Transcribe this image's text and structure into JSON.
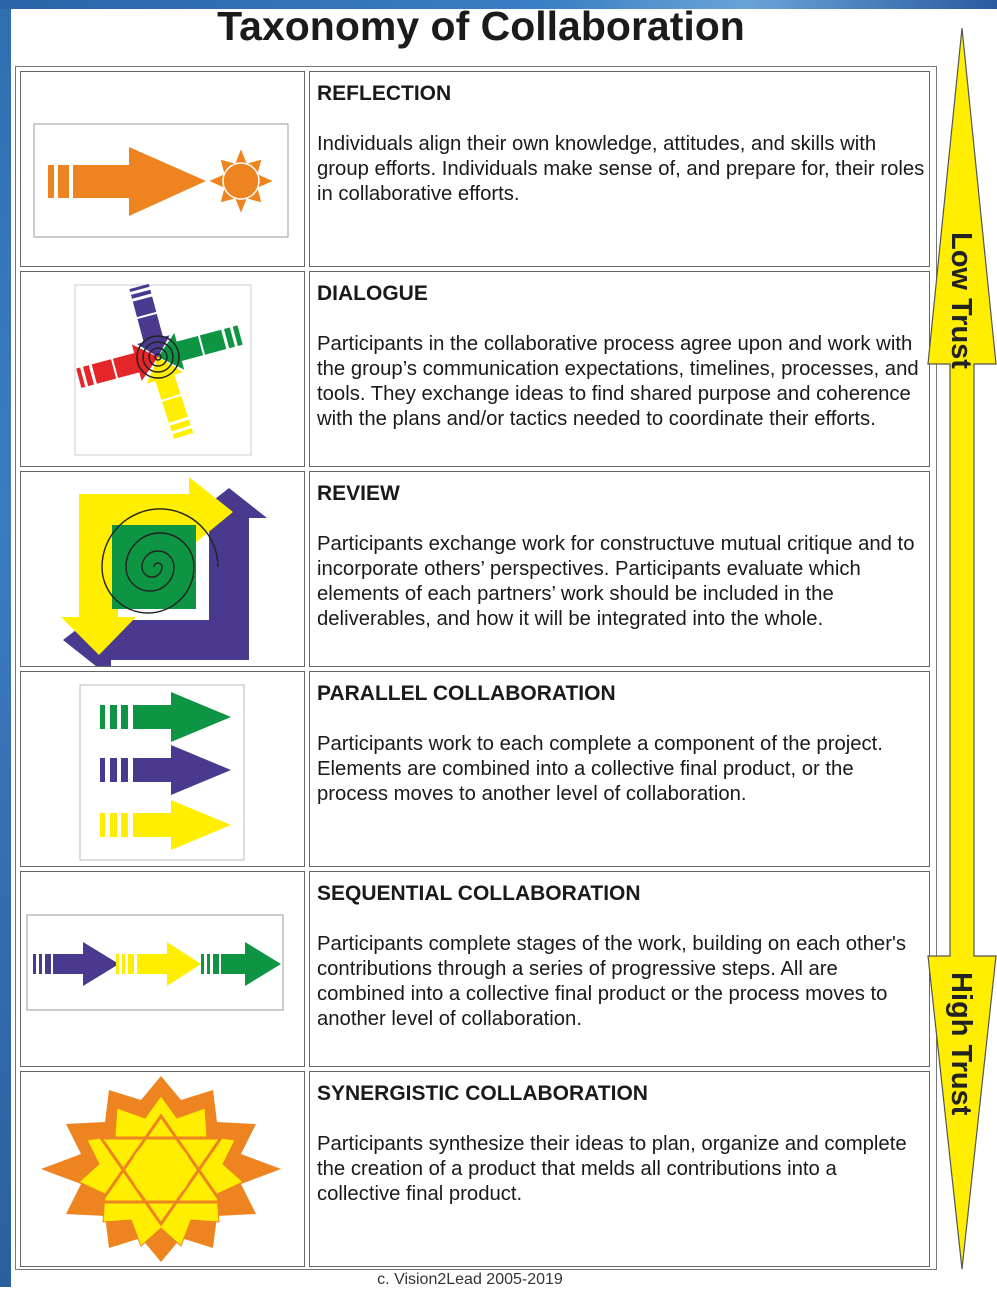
{
  "title": "Taxonomy of Collaboration",
  "rows": [
    {
      "title": "REFLECTION",
      "description": "Individuals align their own knowledge, attitudes, and skills with group efforts. Individuals make sense of, and prepare for, their roles in collaborative efforts."
    },
    {
      "title": "DIALOGUE",
      "description": "Participants in the collaborative process agree upon and work with the group’s communication expectations, timelines, processes, and tools. They exchange ideas to find shared purpose and coherence with the plans and/or tactics needed to coordinate their efforts."
    },
    {
      "title": "REVIEW",
      "description": "Participants exchange work for constructuve mutual critique and to incorporate others’ perspectives. Participants evaluate which elements of each partners’ work should be included in the deliverables, and how it will be integrated into the whole."
    },
    {
      "title": "PARALLEL COLLABORATION",
      "description": "Participants work to each complete a component of the project. Elements are combined into a collective final product, or the process moves to another level of collaboration."
    },
    {
      "title": "SEQUENTIAL COLLABORATION",
      "description": "Participants complete stages of the work, building on each other's contributions through a series of progressive steps. All are combined into a collective final product or the process moves to another level of collaboration."
    },
    {
      "title": "SYNERGISTIC COLLABORATION",
      "description": "Participants synthesize their ideas to plan, organize and complete the creation of a product that melds all contributions into a collective final product."
    }
  ],
  "trust_scale": {
    "top_label": "Low Trust",
    "bottom_label": "High Trust",
    "arrow_color": "#ffee00"
  },
  "colors": {
    "orange": "#ee8420",
    "green": "#0d9544",
    "purple": "#4a3a8f",
    "red": "#e52628",
    "yellow": "#ffee00"
  },
  "copyright": "c. Vision2Lead 2005-2019"
}
